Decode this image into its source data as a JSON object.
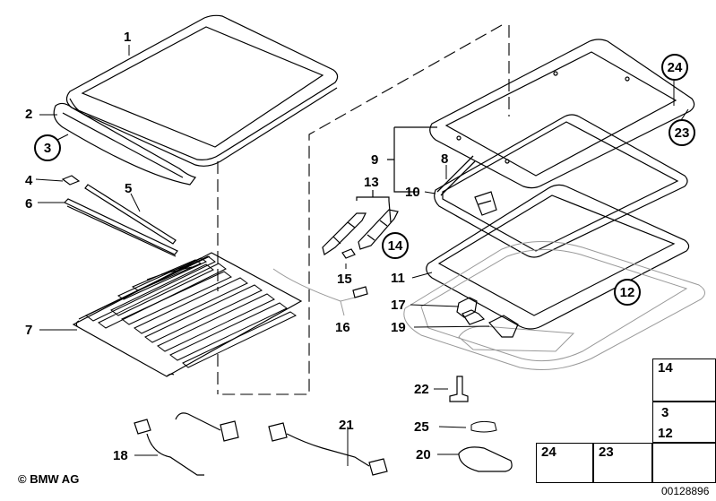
{
  "labels": {
    "p1": "1",
    "p2": "2",
    "p3": "3",
    "p4": "4",
    "p5": "5",
    "p6": "6",
    "p7": "7",
    "p8": "8",
    "p9": "9",
    "p10": "10",
    "p11": "11",
    "p12": "12",
    "p13": "13",
    "p14": "14",
    "p15": "15",
    "p16": "16",
    "p17": "17",
    "p18": "18",
    "p19": "19",
    "p20": "20",
    "p21": "21",
    "p22": "22",
    "p23": "23",
    "p24": "24",
    "p25": "25"
  },
  "legend": {
    "b14": "14",
    "b3": "3",
    "b12": "12",
    "b24": "24",
    "b23": "23"
  },
  "footer": {
    "copyright": "© BMW AG",
    "doc_number": "00128896"
  }
}
